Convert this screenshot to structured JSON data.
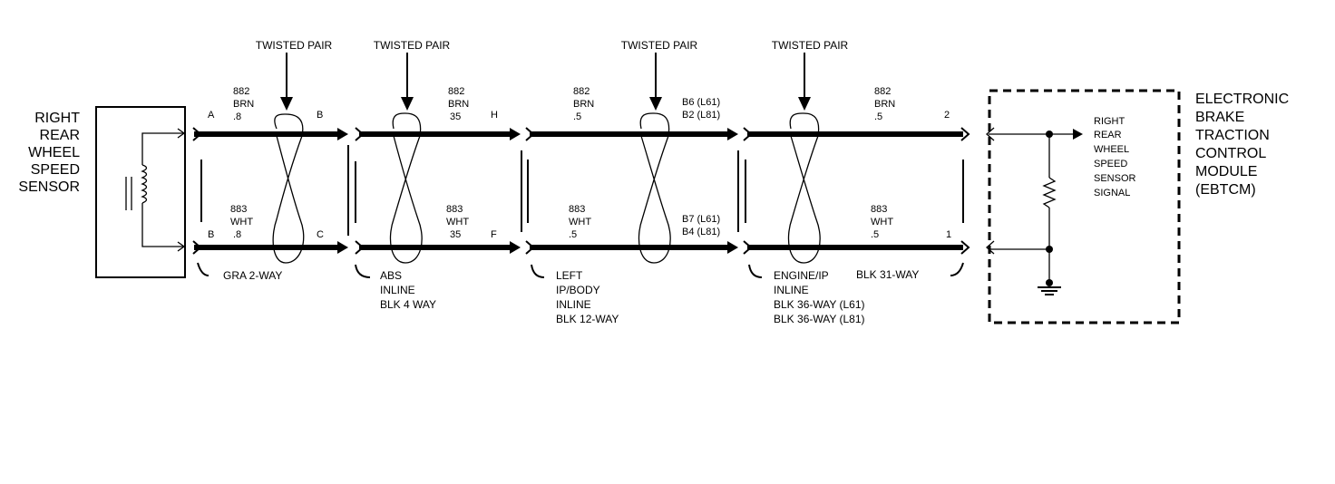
{
  "diagram": {
    "twisted_pair_label": "TWISTED PAIR",
    "sensor": {
      "lines": [
        "RIGHT",
        "REAR",
        "WHEEL",
        "SPEED",
        "SENSOR"
      ]
    },
    "module": {
      "lines": [
        "ELECTRONIC",
        "BRAKE",
        "TRACTION",
        "CONTROL",
        "MODULE",
        "(EBTCM)"
      ]
    },
    "signal": {
      "lines": [
        "RIGHT",
        "REAR",
        "WHEEL",
        "SPEED",
        "SENSOR",
        "SIGNAL"
      ]
    },
    "pins": {
      "a": "A",
      "b_top": "B",
      "b_bottom": "B",
      "c": "C",
      "h": "H",
      "f": "F",
      "b6": "B6 (L61)",
      "b2": "B2 (L81)",
      "b7": "B7 (L61)",
      "b4": "B4 (L81)",
      "p2": "2",
      "p1": "1"
    },
    "wires": {
      "s1_top": [
        "882",
        "BRN",
        ".8"
      ],
      "s1_bot": [
        "883",
        "WHT",
        ".8"
      ],
      "s2_top": [
        "882",
        "BRN",
        "35"
      ],
      "s2_bot": [
        "883",
        "WHT",
        "35"
      ],
      "s3_top": [
        "882",
        "BRN",
        ".5"
      ],
      "s3_bot": [
        "883",
        "WHT",
        ".5"
      ],
      "s4_top": [
        "882",
        "BRN",
        ".5"
      ],
      "s4_bot": [
        "883",
        "WHT",
        ".5"
      ]
    },
    "connectors": {
      "c1": [
        "GRA 2-WAY"
      ],
      "c2": [
        "ABS",
        "INLINE",
        "BLK 4 WAY"
      ],
      "c3": [
        "LEFT",
        "IP/BODY",
        "INLINE",
        "BLK 12-WAY"
      ],
      "c4": [
        "ENGINE/IP",
        "INLINE",
        "BLK 36-WAY (L61)",
        "BLK 36-WAY (L81)"
      ],
      "c5": [
        "BLK 31-WAY"
      ]
    }
  }
}
